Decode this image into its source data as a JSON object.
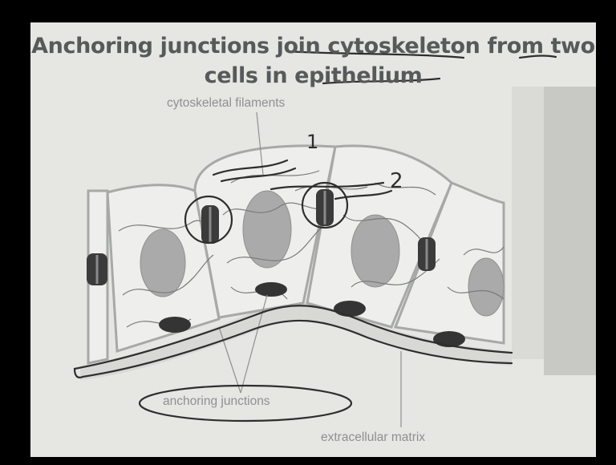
{
  "slide": {
    "title_line1": "Anchoring junctions join cytoskeleton from two",
    "title_line2": "cells in epithelium"
  },
  "labels": {
    "cytoskeletal_filaments": "cytoskeletal filaments",
    "anchoring_junctions": "anchoring junctions",
    "extracellular_matrix": "extracellular matrix"
  },
  "annotations": {
    "mark_1": "1",
    "mark_2": "2"
  },
  "colors": {
    "background": "#000000",
    "slide": "#e6e6e3",
    "cell_fill": "#eeeeec",
    "nucleus": "#a9aaa9",
    "junction": "#3b3b3b",
    "ink": "#2e2e2e"
  }
}
